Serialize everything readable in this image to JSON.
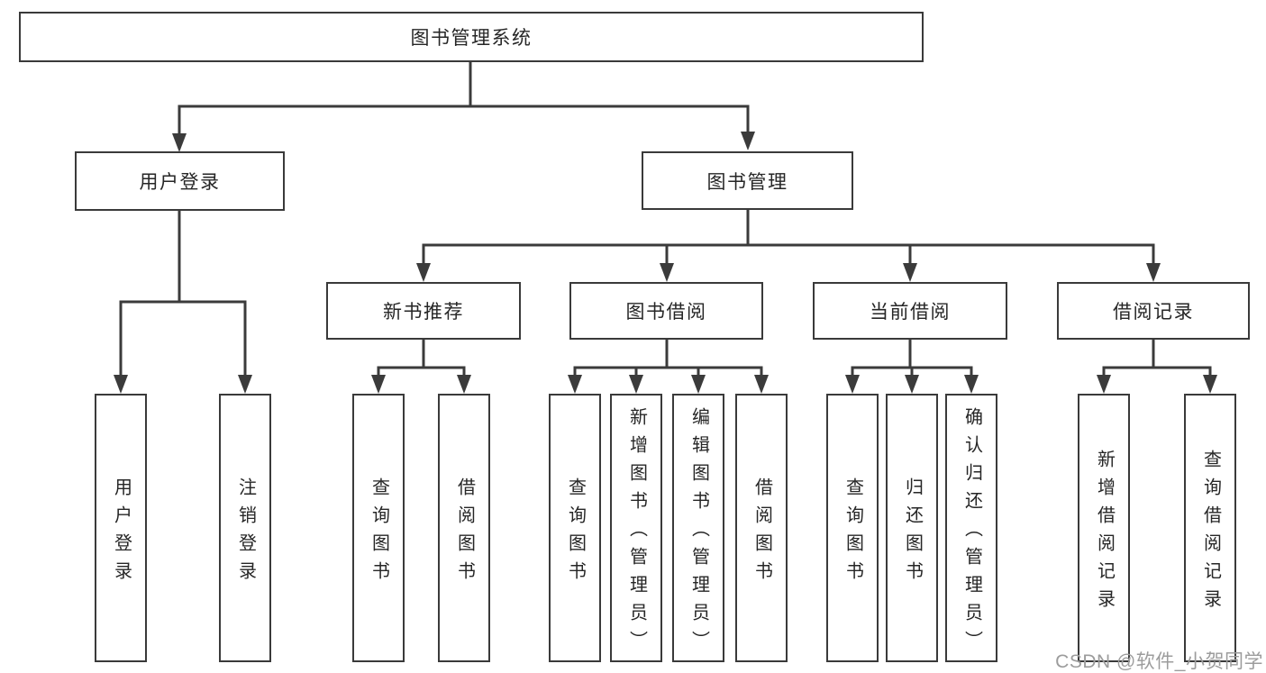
{
  "nodes": {
    "root": "图书管理系统",
    "level2": {
      "user_login": "用户登录",
      "book_management": "图书管理"
    },
    "user_login_children": {
      "login": "用户登录",
      "logout": "注销登录"
    },
    "level3": {
      "new_book_recommend": "新书推荐",
      "book_borrowing": "图书借阅",
      "current_borrowing": "当前借阅",
      "borrowing_records": "借阅记录"
    },
    "new_book_recommend_children": {
      "query_books": "查询图书",
      "borrow_books": "借阅图书"
    },
    "book_borrowing_children": {
      "query_books": "查询图书",
      "add_books": "新增图书（管理员）",
      "edit_books": "编辑图书（管理员）",
      "borrow_books": "借阅图书"
    },
    "current_borrowing_children": {
      "query_books": "查询图书",
      "return_books": "归还图书",
      "confirm_return": "确认归还（管理员）"
    },
    "borrowing_records_children": {
      "add_record": "新增借阅记录",
      "query_record": "查询借阅记录"
    }
  },
  "watermark": "CSDN @软件_小贺同学",
  "colors": {
    "line": "#3b3b3b",
    "box_border": "#3a3a3a",
    "text": "#262626",
    "watermark": "#9c9c9c",
    "background": "#ffffff"
  }
}
